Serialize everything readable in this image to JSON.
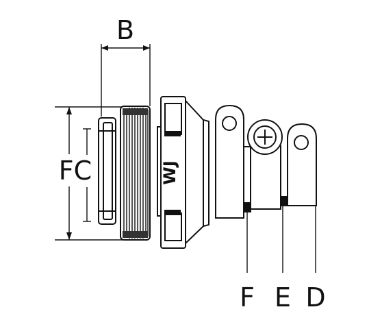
{
  "drawing": {
    "labels": {
      "b": "B",
      "fc": "FC",
      "f": "F",
      "e": "E",
      "d": "D",
      "stamp": "WJ"
    }
  }
}
